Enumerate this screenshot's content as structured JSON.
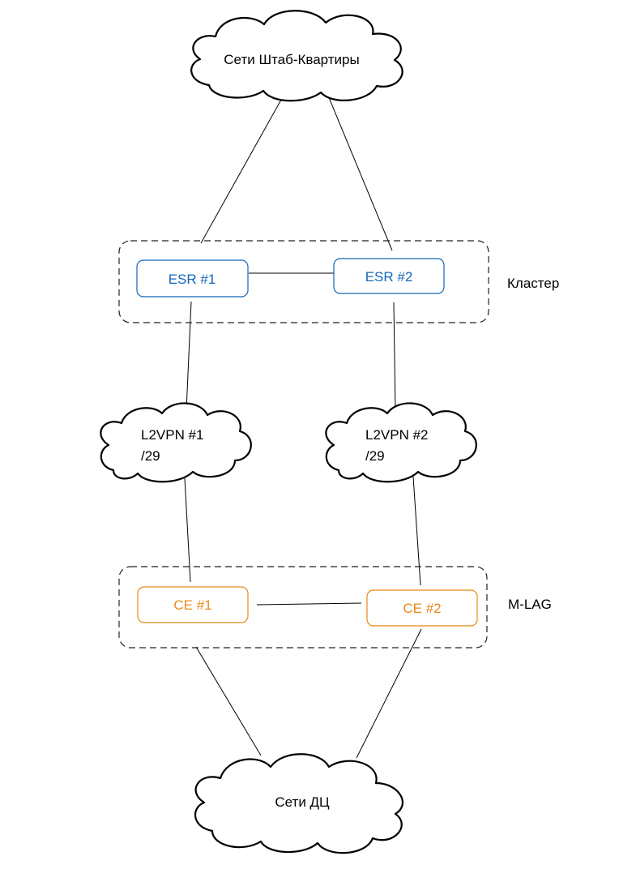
{
  "clouds": {
    "hq": {
      "label": "Сети Штаб-Квартиры"
    },
    "l2vpn1": {
      "line1": "L2VPN #1",
      "line2": "/29"
    },
    "l2vpn2": {
      "line1": "L2VPN #2",
      "line2": "/29"
    },
    "dc": {
      "label": "Сети ДЦ"
    }
  },
  "nodes": {
    "esr1": {
      "label": "ESR #1"
    },
    "esr2": {
      "label": "ESR #2"
    },
    "ce1": {
      "label": "CE #1"
    },
    "ce2": {
      "label": "CE #2"
    }
  },
  "groups": {
    "cluster": {
      "label": "Кластер"
    },
    "mlag": {
      "label": "M-LAG"
    }
  },
  "colors": {
    "esr": "#1565b8",
    "ce": "#e88a14",
    "line": "#000000"
  }
}
